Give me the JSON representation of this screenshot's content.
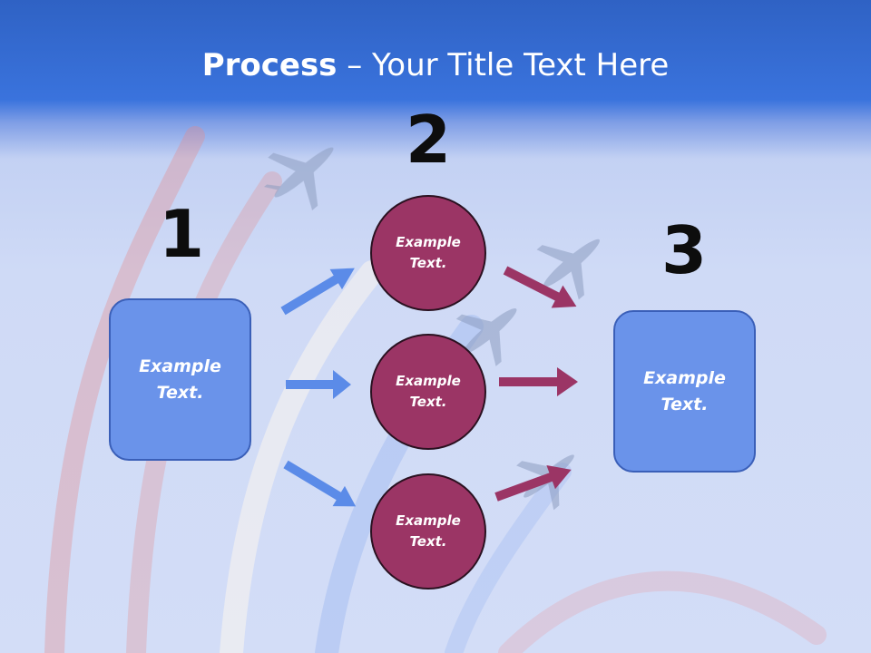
{
  "title": {
    "bold": "Process",
    "rest": " – Your Title Text Here"
  },
  "steps": [
    {
      "number": "1",
      "shape": "rounded-box",
      "text": "Example Text."
    },
    {
      "number": "2",
      "shape": "circle-group",
      "items": [
        {
          "text": "Example Text."
        },
        {
          "text": "Example Text."
        },
        {
          "text": "Example Text."
        }
      ]
    },
    {
      "number": "3",
      "shape": "rounded-box",
      "text": "Example Text."
    }
  ],
  "colors": {
    "header": "#3a73dd",
    "box_fill": "#6a93ea",
    "circle_fill": "#9b3565",
    "blue_arrow": "#5b8be8",
    "magenta_arrow": "#9b3565"
  },
  "icons": [
    "arrow-right-icon",
    "airplane-icon"
  ]
}
